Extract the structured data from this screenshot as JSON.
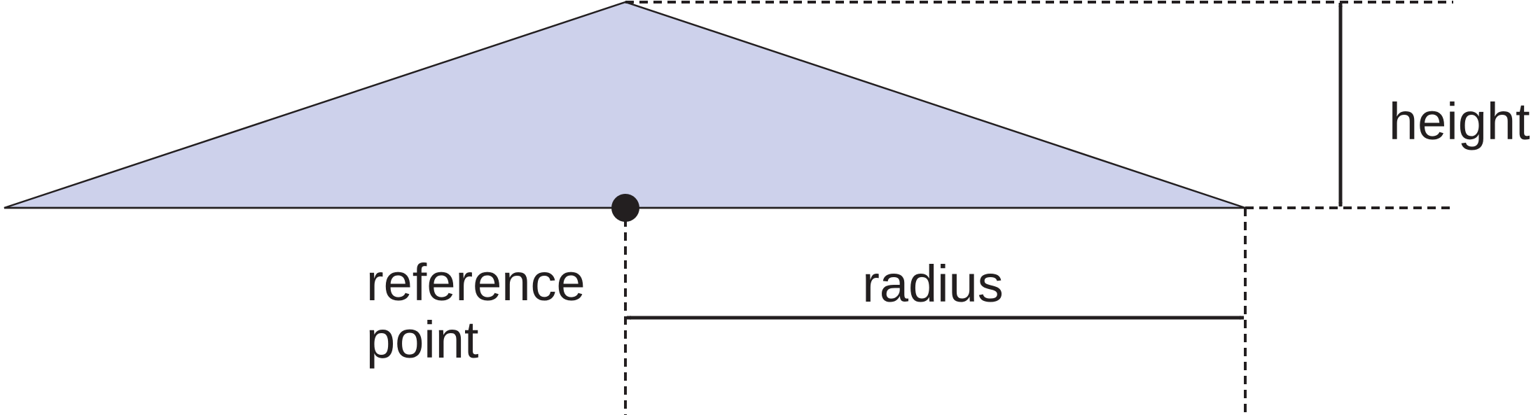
{
  "labels": {
    "height": "height",
    "radius": "radius",
    "reference_line1": "reference",
    "reference_line2": "point"
  },
  "colors": {
    "fill": "#cdd1eb",
    "stroke": "#231f20",
    "background": "#ffffff"
  }
}
